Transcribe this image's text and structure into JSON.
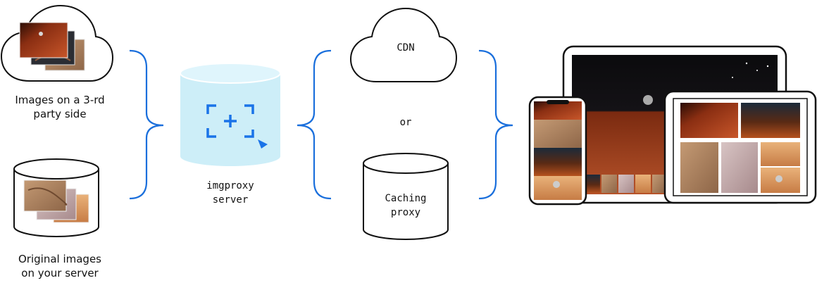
{
  "sources": {
    "third_party_label_1": "Images on a 3-rd",
    "third_party_label_2": "party side",
    "original_label_1": "Original images",
    "original_label_2": "on your server"
  },
  "server": {
    "label_1": "imgproxy",
    "label_2": "server",
    "icon": "crop-cursor-icon",
    "fill_color": "#cdeef8",
    "accent_color": "#1a73e8"
  },
  "delivery": {
    "cdn_label": "CDN",
    "or_label": "or",
    "caching_label_1": "Caching",
    "caching_label_2": "proxy"
  },
  "colors": {
    "bracket": "#1a6fdc",
    "outline": "#111111"
  }
}
